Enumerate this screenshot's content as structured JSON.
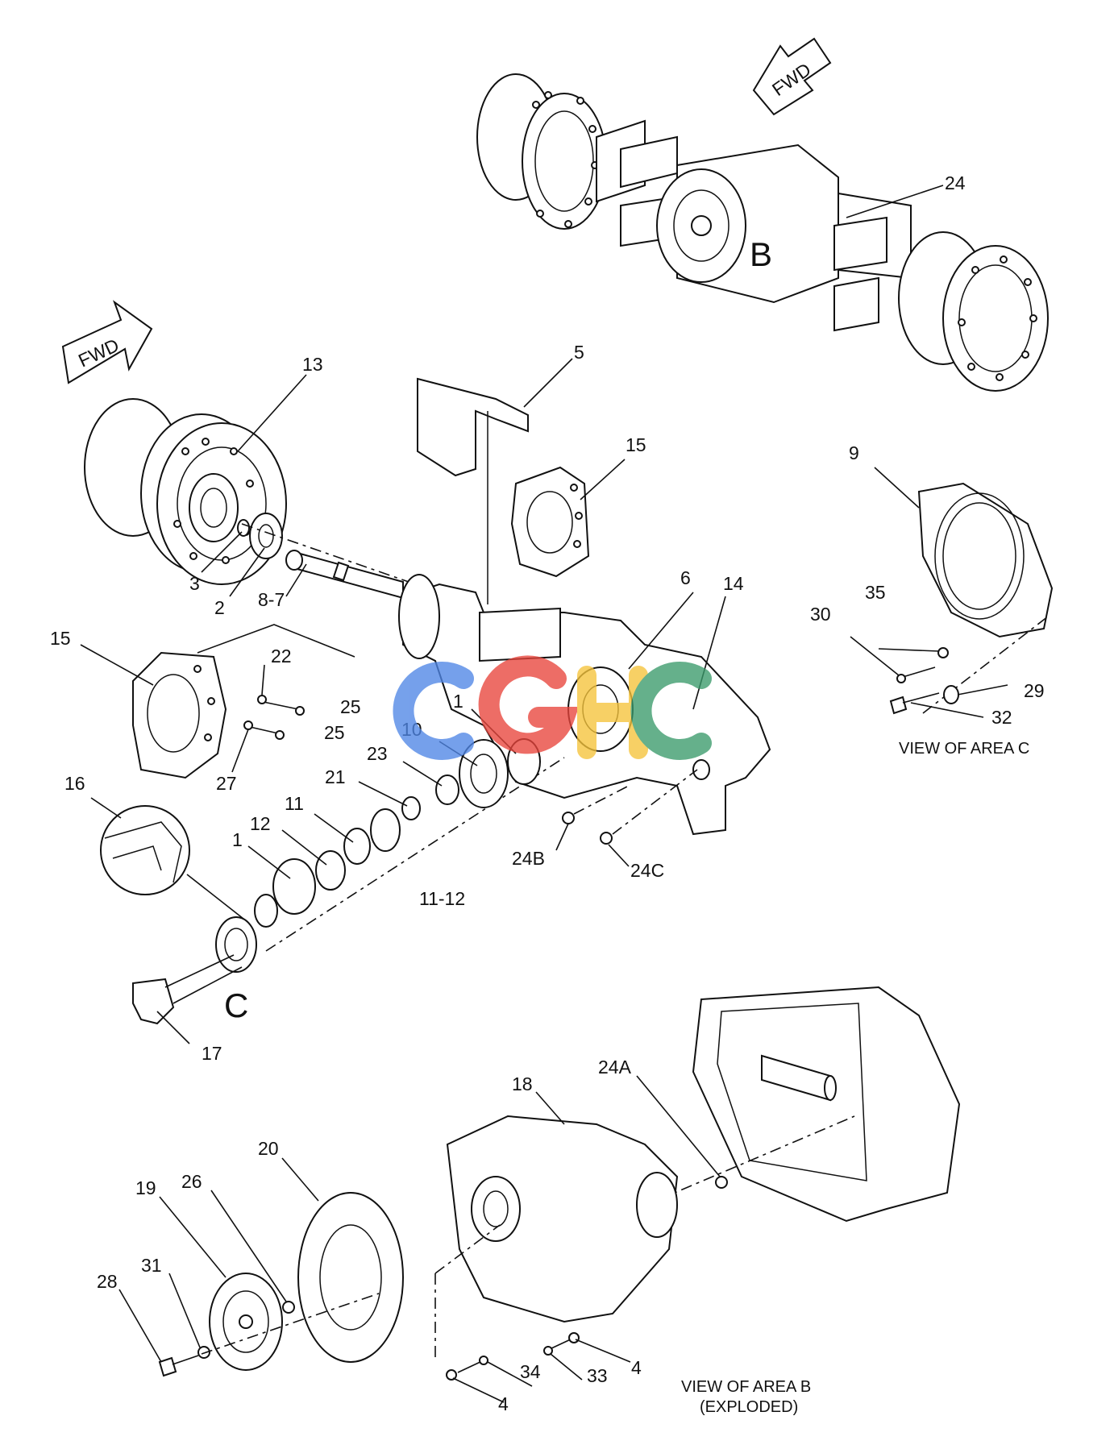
{
  "labels": {
    "p1": "1",
    "p1b": "1",
    "p2": "2",
    "p3": "3",
    "p4a": "4",
    "p4b": "4",
    "p5": "5",
    "p6": "6",
    "p8_7": "8-7",
    "p9": "9",
    "p10": "10",
    "p11": "11",
    "p11_12": "11-12",
    "p12": "12",
    "p13": "13",
    "p14": "14",
    "p15a": "15",
    "p15b": "15",
    "p16": "16",
    "p17": "17",
    "p18": "18",
    "p19": "19",
    "p20": "20",
    "p21": "21",
    "p22": "22",
    "p23": "23",
    "p24": "24",
    "p24a": "24A",
    "p24b": "24B",
    "p24c": "24C",
    "p25a": "25",
    "p25b": "25",
    "p26": "26",
    "p27": "27",
    "p28": "28",
    "p29": "29",
    "p30": "30",
    "p31": "31",
    "p32": "32",
    "p33": "33",
    "p34": "34",
    "p35": "35"
  },
  "fwd_arrows": [
    "FWD",
    "FWD"
  ],
  "area_markers": {
    "b": "B",
    "c": "C"
  },
  "views": {
    "area_c": "VIEW OF AREA C",
    "area_b_line1": "VIEW OF AREA B",
    "area_b_line2": "(EXPLODED)"
  },
  "watermark": "CGHC",
  "colors": {
    "ink": "#111111",
    "background": "#ffffff",
    "watermark_blue": "#4f86e6",
    "watermark_red": "#e8453c",
    "watermark_yellow": "#f5c33b",
    "watermark_green": "#3a9b6b"
  }
}
